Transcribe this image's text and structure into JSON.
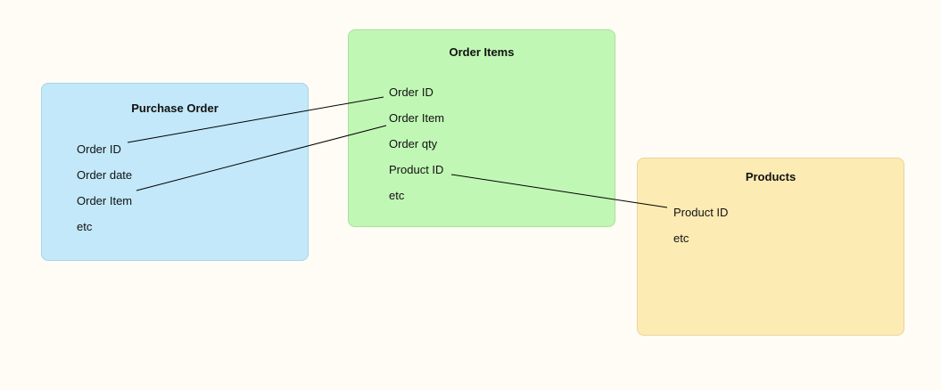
{
  "boxes": {
    "purchase_order": {
      "title": "Purchase Order",
      "fields": [
        "Order ID",
        "Order date",
        "Order Item",
        "etc"
      ]
    },
    "order_items": {
      "title": "Order Items",
      "fields": [
        "Order ID",
        "Order Item",
        "Order qty",
        "Product ID",
        "etc"
      ]
    },
    "products": {
      "title": "Products",
      "fields": [
        "Product ID",
        "etc"
      ]
    }
  },
  "connections": [
    {
      "from": "Purchase Order.Order ID",
      "to": "Order Items.Order ID"
    },
    {
      "from": "Purchase Order.Order Item",
      "to": "Order Items.Order Item"
    },
    {
      "from": "Order Items.Product ID",
      "to": "Products.Product ID"
    }
  ],
  "colors": {
    "purchase_order_fill": "#c2e8f9",
    "order_items_fill": "#c1f7b5",
    "products_fill": "#fdebb4",
    "background": "#fefcf4",
    "connector": "#000000"
  }
}
